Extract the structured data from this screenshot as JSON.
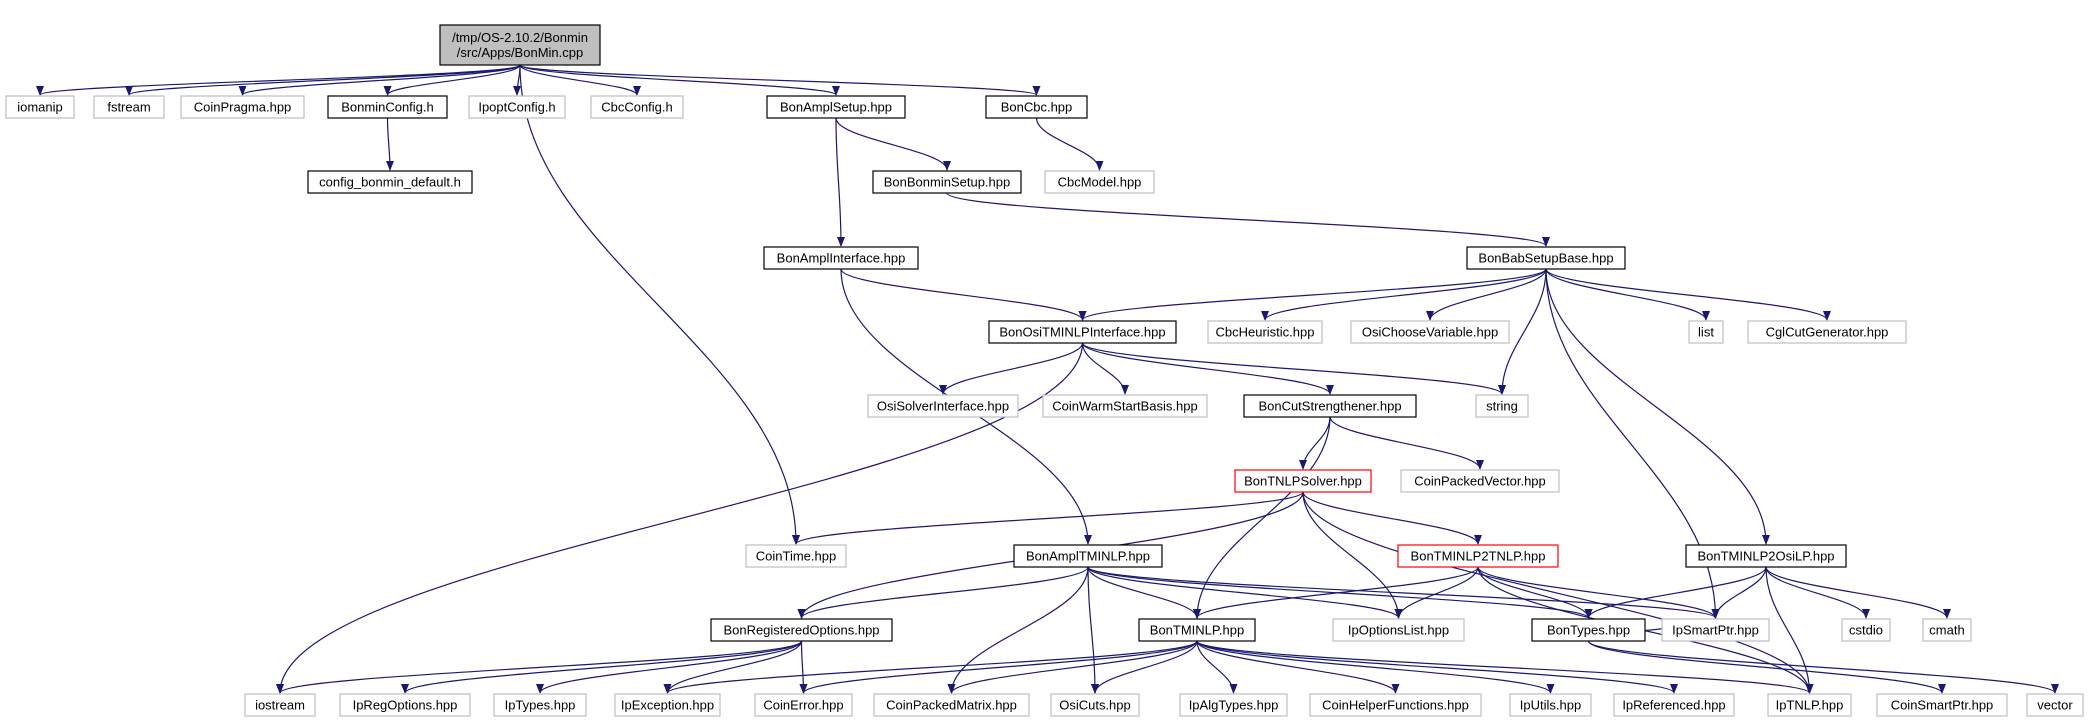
{
  "colors": {
    "edge": "#191970",
    "box_documented": "#000000",
    "box_external": "#bfbfbf",
    "box_incomplete": "#ff0000",
    "box_root_fill": "#bfbfbf"
  },
  "nodes": [
    {
      "id": "root",
      "lines": [
        "/tmp/OS-2.10.2/Bonmin",
        "/src/Apps/BonMin.cpp"
      ],
      "kind": "root"
    },
    {
      "id": "iomanip",
      "lines": [
        "iomanip"
      ],
      "kind": "external"
    },
    {
      "id": "fstream",
      "lines": [
        "fstream"
      ],
      "kind": "external"
    },
    {
      "id": "coinpragma",
      "lines": [
        "CoinPragma.hpp"
      ],
      "kind": "external"
    },
    {
      "id": "bonminconfig",
      "lines": [
        "BonminConfig.h"
      ],
      "kind": "documented"
    },
    {
      "id": "ipoptconfig",
      "lines": [
        "IpoptConfig.h"
      ],
      "kind": "external"
    },
    {
      "id": "cbcconfig",
      "lines": [
        "CbcConfig.h"
      ],
      "kind": "external"
    },
    {
      "id": "bonamplsetup",
      "lines": [
        "BonAmplSetup.hpp"
      ],
      "kind": "documented"
    },
    {
      "id": "boncbc",
      "lines": [
        "BonCbc.hpp"
      ],
      "kind": "documented"
    },
    {
      "id": "configdefault",
      "lines": [
        "config_bonmin_default.h"
      ],
      "kind": "documented"
    },
    {
      "id": "bonbonminsetup",
      "lines": [
        "BonBonminSetup.hpp"
      ],
      "kind": "documented"
    },
    {
      "id": "cbcmodel",
      "lines": [
        "CbcModel.hpp"
      ],
      "kind": "external"
    },
    {
      "id": "bonamplinterface",
      "lines": [
        "BonAmplInterface.hpp"
      ],
      "kind": "documented"
    },
    {
      "id": "bonbabsetupbase",
      "lines": [
        "BonBabSetupBase.hpp"
      ],
      "kind": "documented"
    },
    {
      "id": "bonositminlp",
      "lines": [
        "BonOsiTMINLPInterface.hpp"
      ],
      "kind": "documented"
    },
    {
      "id": "cbcheuristic",
      "lines": [
        "CbcHeuristic.hpp"
      ],
      "kind": "external"
    },
    {
      "id": "osichoose",
      "lines": [
        "OsiChooseVariable.hpp"
      ],
      "kind": "external"
    },
    {
      "id": "list",
      "lines": [
        "list"
      ],
      "kind": "external"
    },
    {
      "id": "cglcut",
      "lines": [
        "CglCutGenerator.hpp"
      ],
      "kind": "external"
    },
    {
      "id": "osisolver",
      "lines": [
        "OsiSolverInterface.hpp"
      ],
      "kind": "external"
    },
    {
      "id": "coinwarm",
      "lines": [
        "CoinWarmStartBasis.hpp"
      ],
      "kind": "external"
    },
    {
      "id": "boncutstr",
      "lines": [
        "BonCutStrengthener.hpp"
      ],
      "kind": "documented"
    },
    {
      "id": "string",
      "lines": [
        "string"
      ],
      "kind": "external"
    },
    {
      "id": "bontnlpsolver",
      "lines": [
        "BonTNLPSolver.hpp"
      ],
      "kind": "incomplete"
    },
    {
      "id": "coinpackedvector",
      "lines": [
        "CoinPackedVector.hpp"
      ],
      "kind": "external"
    },
    {
      "id": "cointime",
      "lines": [
        "CoinTime.hpp"
      ],
      "kind": "external"
    },
    {
      "id": "bonampltminlp",
      "lines": [
        "BonAmplTMINLP.hpp"
      ],
      "kind": "documented"
    },
    {
      "id": "bontminlp2tnlp",
      "lines": [
        "BonTMINLP2TNLP.hpp"
      ],
      "kind": "incomplete"
    },
    {
      "id": "bontminlp2osilp",
      "lines": [
        "BonTMINLP2OsiLP.hpp"
      ],
      "kind": "documented"
    },
    {
      "id": "bonregopts",
      "lines": [
        "BonRegisteredOptions.hpp"
      ],
      "kind": "documented"
    },
    {
      "id": "bontminlp",
      "lines": [
        "BonTMINLP.hpp"
      ],
      "kind": "documented"
    },
    {
      "id": "ipoptionslist",
      "lines": [
        "IpOptionsList.hpp"
      ],
      "kind": "external"
    },
    {
      "id": "bontypes",
      "lines": [
        "BonTypes.hpp"
      ],
      "kind": "documented"
    },
    {
      "id": "ipsmartptr",
      "lines": [
        "IpSmartPtr.hpp"
      ],
      "kind": "external"
    },
    {
      "id": "cstdio",
      "lines": [
        "cstdio"
      ],
      "kind": "external"
    },
    {
      "id": "cmath",
      "lines": [
        "cmath"
      ],
      "kind": "external"
    },
    {
      "id": "iostream",
      "lines": [
        "iostream"
      ],
      "kind": "external"
    },
    {
      "id": "ipregoptions",
      "lines": [
        "IpRegOptions.hpp"
      ],
      "kind": "external"
    },
    {
      "id": "iptypes",
      "lines": [
        "IpTypes.hpp"
      ],
      "kind": "external"
    },
    {
      "id": "ipexception",
      "lines": [
        "IpException.hpp"
      ],
      "kind": "external"
    },
    {
      "id": "coinerror",
      "lines": [
        "CoinError.hpp"
      ],
      "kind": "external"
    },
    {
      "id": "coinpackedmatrix",
      "lines": [
        "CoinPackedMatrix.hpp"
      ],
      "kind": "external"
    },
    {
      "id": "osicuts",
      "lines": [
        "OsiCuts.hpp"
      ],
      "kind": "external"
    },
    {
      "id": "ipalgtypes",
      "lines": [
        "IpAlgTypes.hpp"
      ],
      "kind": "external"
    },
    {
      "id": "coinhelper",
      "lines": [
        "CoinHelperFunctions.hpp"
      ],
      "kind": "external"
    },
    {
      "id": "iputils",
      "lines": [
        "IpUtils.hpp"
      ],
      "kind": "external"
    },
    {
      "id": "ipreferenced",
      "lines": [
        "IpReferenced.hpp"
      ],
      "kind": "external"
    },
    {
      "id": "iptnlp",
      "lines": [
        "IpTNLP.hpp"
      ],
      "kind": "external"
    },
    {
      "id": "coinsmartptr",
      "lines": [
        "CoinSmartPtr.hpp"
      ],
      "kind": "external"
    },
    {
      "id": "vector",
      "lines": [
        "vector"
      ],
      "kind": "external"
    }
  ],
  "edges": [
    [
      "root",
      "iomanip"
    ],
    [
      "root",
      "fstream"
    ],
    [
      "root",
      "coinpragma"
    ],
    [
      "root",
      "bonminconfig"
    ],
    [
      "root",
      "ipoptconfig"
    ],
    [
      "root",
      "cbcconfig"
    ],
    [
      "root",
      "bonamplsetup"
    ],
    [
      "root",
      "boncbc"
    ],
    [
      "root",
      "cointime"
    ],
    [
      "bonminconfig",
      "configdefault"
    ],
    [
      "boncbc",
      "cbcmodel"
    ],
    [
      "bonamplsetup",
      "bonbonminsetup"
    ],
    [
      "bonamplsetup",
      "bonamplinterface"
    ],
    [
      "bonbonminsetup",
      "bonbabsetupbase"
    ],
    [
      "bonamplinterface",
      "bonositminlp"
    ],
    [
      "bonamplinterface",
      "bonampltminlp"
    ],
    [
      "bonbabsetupbase",
      "bonositminlp"
    ],
    [
      "bonbabsetupbase",
      "cbcheuristic"
    ],
    [
      "bonbabsetupbase",
      "osichoose"
    ],
    [
      "bonbabsetupbase",
      "list"
    ],
    [
      "bonbabsetupbase",
      "cglcut"
    ],
    [
      "bonbabsetupbase",
      "string"
    ],
    [
      "bonbabsetupbase",
      "ipsmartptr"
    ],
    [
      "bonbabsetupbase",
      "bontminlp2osilp"
    ],
    [
      "bonositminlp",
      "osisolver"
    ],
    [
      "bonositminlp",
      "coinwarm"
    ],
    [
      "bonositminlp",
      "boncutstr"
    ],
    [
      "bonositminlp",
      "string"
    ],
    [
      "bonositminlp",
      "iostream"
    ],
    [
      "boncutstr",
      "bontnlpsolver"
    ],
    [
      "boncutstr",
      "coinpackedvector"
    ],
    [
      "boncutstr",
      "bontminlp"
    ],
    [
      "bontnlpsolver",
      "cointime"
    ],
    [
      "bontnlpsolver",
      "bonregopts"
    ],
    [
      "bontnlpsolver",
      "bontminlp2tnlp"
    ],
    [
      "bontnlpsolver",
      "ipoptionslist"
    ],
    [
      "bontnlpsolver",
      "iptnlp"
    ],
    [
      "bonampltminlp",
      "bonregopts"
    ],
    [
      "bonampltminlp",
      "bontminlp"
    ],
    [
      "bonampltminlp",
      "coinpackedmatrix"
    ],
    [
      "bonampltminlp",
      "osicuts"
    ],
    [
      "bonampltminlp",
      "bontypes"
    ],
    [
      "bonampltminlp",
      "ipsmartptr"
    ],
    [
      "bonampltminlp",
      "ipoptionslist"
    ],
    [
      "bontminlp2tnlp",
      "bontminlp"
    ],
    [
      "bontminlp2tnlp",
      "ipoptionslist"
    ],
    [
      "bontminlp2tnlp",
      "bontypes"
    ],
    [
      "bontminlp2tnlp",
      "ipsmartptr"
    ],
    [
      "bontminlp2tnlp",
      "iptnlp"
    ],
    [
      "bontminlp2osilp",
      "bontypes"
    ],
    [
      "bontminlp2osilp",
      "ipsmartptr"
    ],
    [
      "bontminlp2osilp",
      "cstdio"
    ],
    [
      "bontminlp2osilp",
      "cmath"
    ],
    [
      "bontminlp2osilp",
      "iptnlp"
    ],
    [
      "bonregopts",
      "iostream"
    ],
    [
      "bonregopts",
      "ipregoptions"
    ],
    [
      "bonregopts",
      "iptypes"
    ],
    [
      "bonregopts",
      "ipexception"
    ],
    [
      "bonregopts",
      "coinerror"
    ],
    [
      "bontminlp",
      "ipexception"
    ],
    [
      "bontminlp",
      "coinerror"
    ],
    [
      "bontminlp",
      "coinpackedmatrix"
    ],
    [
      "bontminlp",
      "osicuts"
    ],
    [
      "bontminlp",
      "ipalgtypes"
    ],
    [
      "bontminlp",
      "coinhelper"
    ],
    [
      "bontminlp",
      "iputils"
    ],
    [
      "bontminlp",
      "ipreferenced"
    ],
    [
      "bontminlp",
      "iptnlp"
    ],
    [
      "bontypes",
      "ipsmartptr"
    ],
    [
      "bontypes",
      "coinsmartptr"
    ],
    [
      "bontypes",
      "vector"
    ]
  ]
}
